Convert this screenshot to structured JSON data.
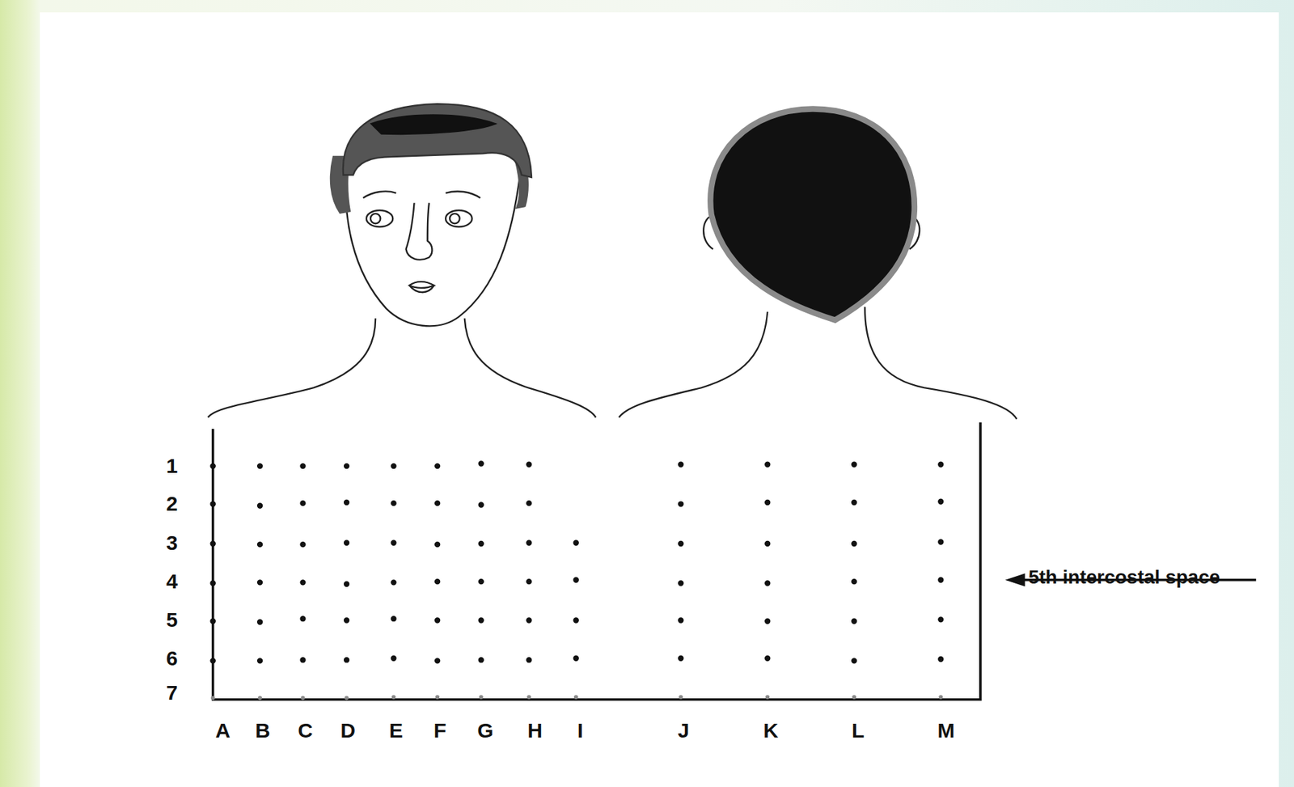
{
  "diagram": {
    "labels": [
      "1",
      "2",
      "3",
      "4",
      "5",
      "6",
      "7",
      "A",
      "B",
      "C",
      "D",
      "E",
      "F",
      "G",
      "H",
      "I",
      "J",
      "K",
      "L",
      "M",
      "5th intercostal space"
    ]
  }
}
